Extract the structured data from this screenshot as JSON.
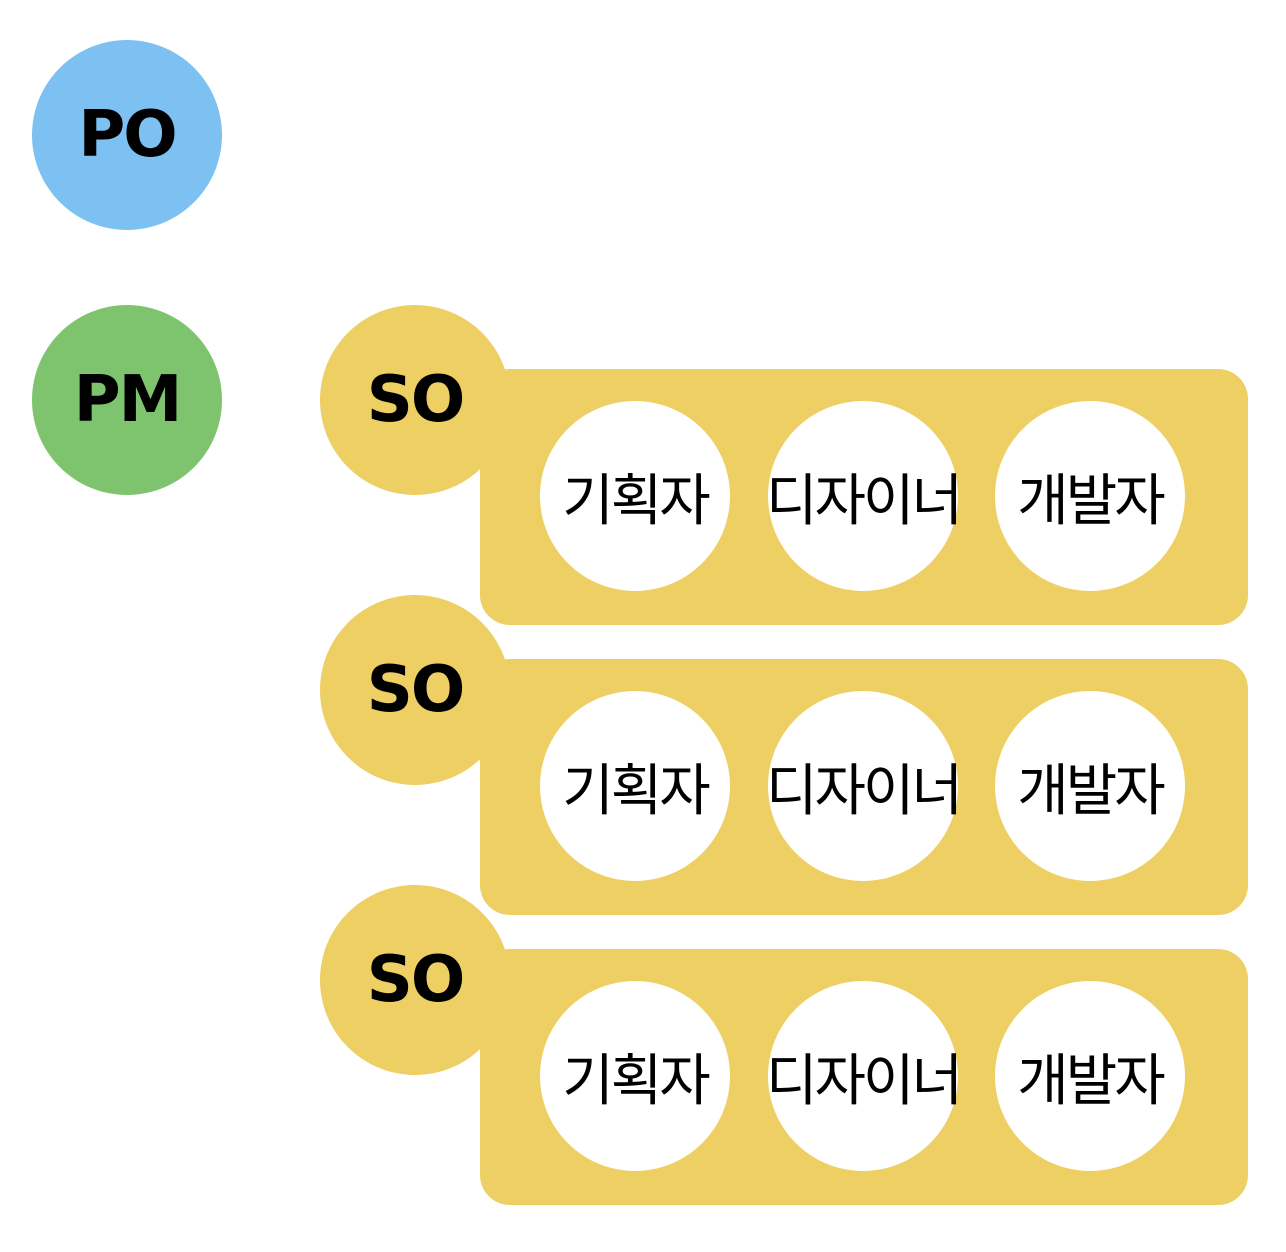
{
  "colors": {
    "po": "#7cc1f1",
    "pm": "#7ec46f",
    "squad": "#eecf63",
    "member": "#ffffff"
  },
  "po_label": "PO",
  "pm_label": "PM",
  "squads": [
    {
      "so_label": "SO",
      "members": [
        "기획자",
        "디자이너",
        "개발자"
      ]
    },
    {
      "so_label": "SO",
      "members": [
        "기획자",
        "디자이너",
        "개발자"
      ]
    },
    {
      "so_label": "SO",
      "members": [
        "기획자",
        "디자이너",
        "개발자"
      ]
    }
  ]
}
